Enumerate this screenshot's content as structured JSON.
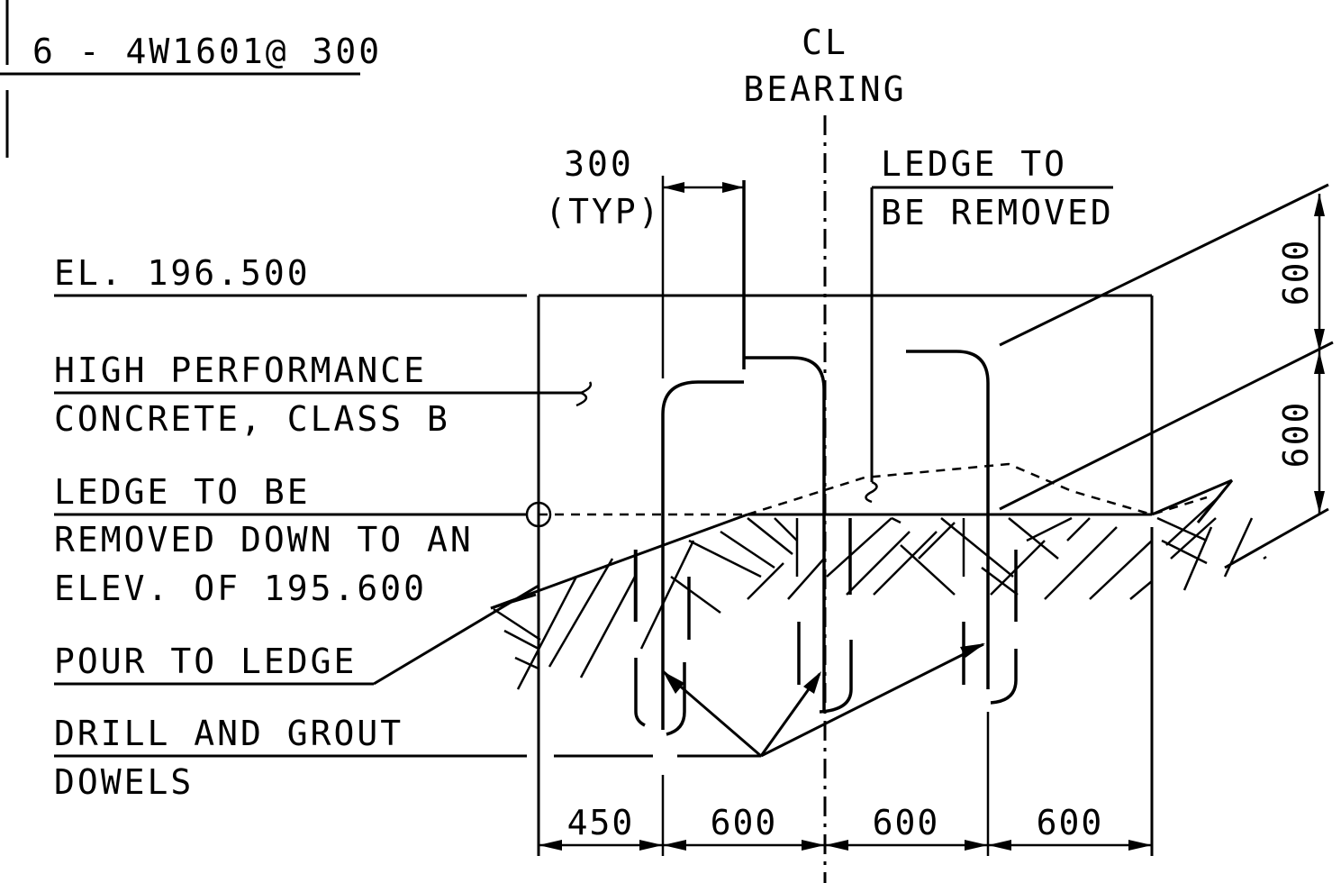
{
  "title_note": "6 - 4W1601@ 300",
  "centerline": {
    "line1": "CL",
    "line2": "BEARING"
  },
  "callouts": {
    "spacing_value": "300",
    "spacing_typ": "(TYP)",
    "ledge_top_1": "LEDGE TO",
    "ledge_top_2": "BE REMOVED",
    "elevation": "EL. 196.500",
    "concrete_1": "HIGH PERFORMANCE",
    "concrete_2": "CONCRETE, CLASS B",
    "ledge_1": "LEDGE TO BE",
    "ledge_2": "REMOVED DOWN TO AN",
    "ledge_3": "ELEV. OF 195.600",
    "pour": "POUR TO LEDGE",
    "drill_1": "DRILL AND GROUT",
    "drill_2": "DOWELS"
  },
  "dimensions": {
    "bottom": [
      "450",
      "600",
      "600",
      "600"
    ],
    "right_upper": "600",
    "right_lower": "600"
  }
}
